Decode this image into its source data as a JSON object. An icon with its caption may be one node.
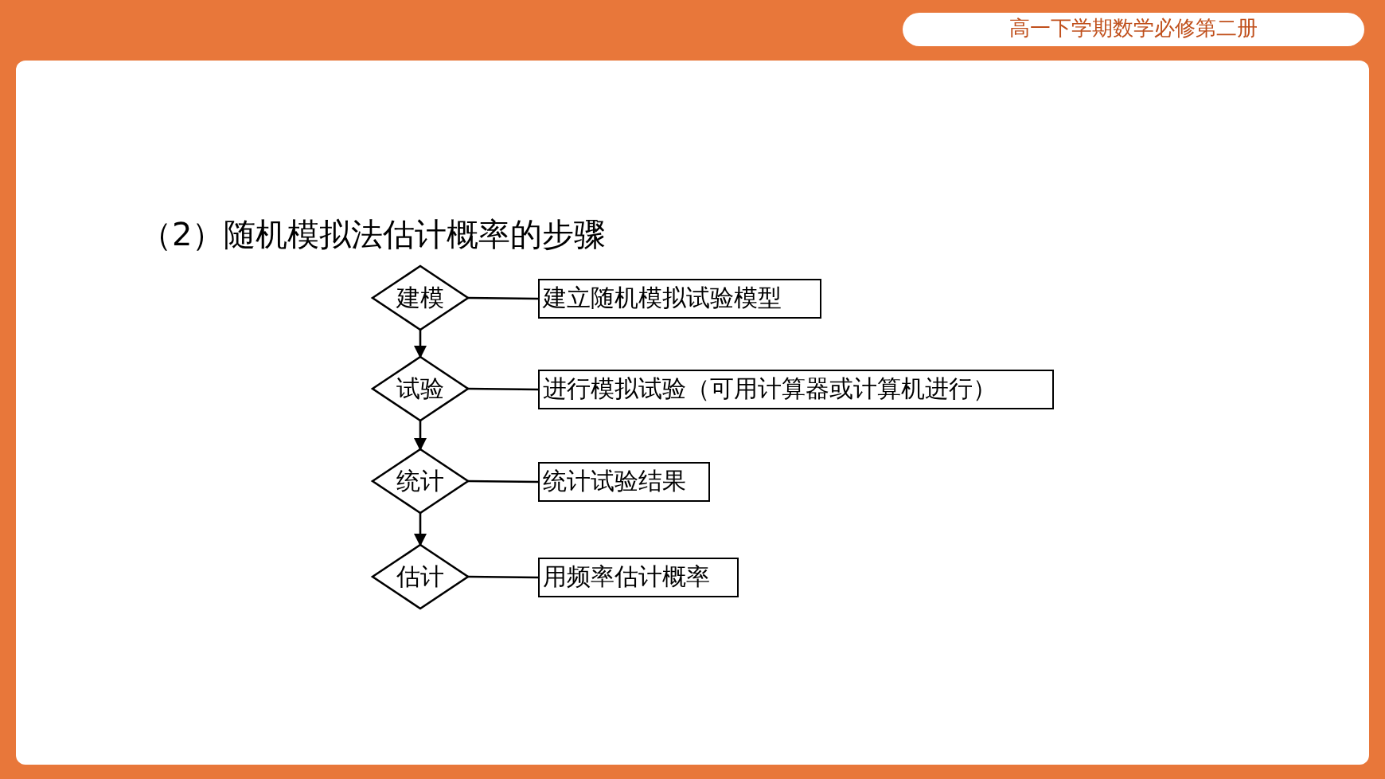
{
  "diagram": {
    "title": "（2）随机模拟法估计概率的步骤",
    "nodes": [
      {
        "text": [
          "建模"
        ]
      },
      {
        "text": [
          "建立随机模拟试验模型"
        ]
      },
      {
        "text": [
          "试验"
        ]
      },
      {
        "text": [
          "进行模拟试验（可用计算器或计算机进行）"
        ]
      },
      {
        "text": [
          "统计"
        ]
      },
      {
        "text": [
          "统计试验结果"
        ]
      },
      {
        "text": [
          "估计"
        ]
      },
      {
        "text": [
          "用频率估计概率"
        ]
      }
    ],
    "edges": [
      {
        "from": 0,
        "to": 1,
        "arrow": "none"
      },
      {
        "from": 2,
        "to": 3,
        "arrow": "none"
      },
      {
        "from": 4,
        "to": 5,
        "arrow": "none"
      },
      {
        "from": 6,
        "to": 7,
        "arrow": "none"
      },
      {
        "from": 0,
        "to": 2,
        "arrow": "to"
      },
      {
        "from": 2,
        "to": 4,
        "arrow": "to"
      },
      {
        "from": 4,
        "to": 6,
        "arrow": "to"
      }
    ],
    "labels": [
      "高一下学期数学必修第二册"
    ]
  }
}
